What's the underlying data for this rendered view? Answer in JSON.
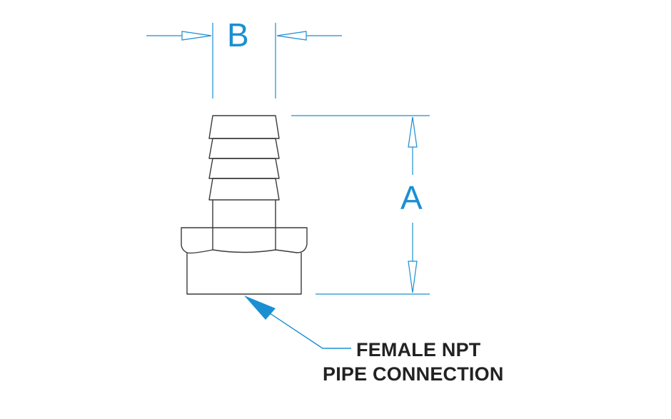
{
  "dimensions": {
    "width_label": "B",
    "length_label": "A"
  },
  "callout": {
    "line1": "FEMALE NPT",
    "line2": "PIPE CONNECTION"
  },
  "colors": {
    "outline": "#3a3a3a",
    "dimension": "#1b8fd2",
    "text": "#222222",
    "background": "#ffffff"
  }
}
